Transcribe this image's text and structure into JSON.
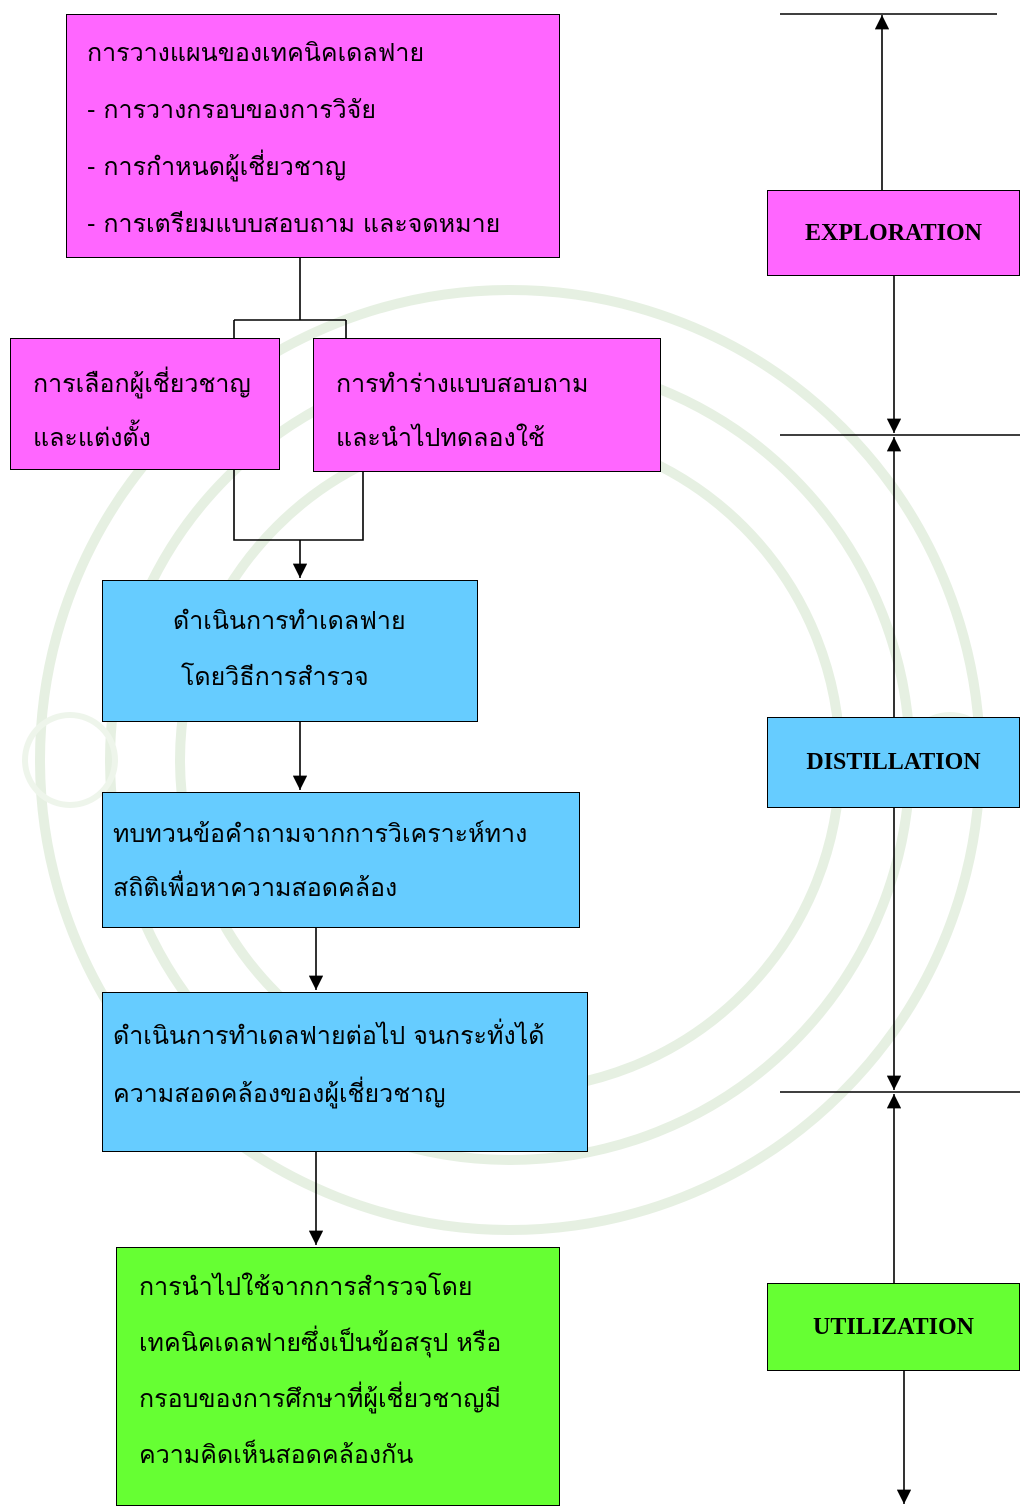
{
  "planning": {
    "title": "การวางแผนของเทคนิคเดลฟาย",
    "items": [
      "- การวางกรอบของการวิจัย",
      "- การกำหนดผู้เชี่ยวชาญ",
      "- การเตรียมแบบสอบถาม และจดหมาย"
    ]
  },
  "select_experts": [
    "การเลือกผู้เชี่ยวชาญ",
    "และแต่งตั้ง"
  ],
  "draft_questionnaire": [
    "การทำร่างแบบสอบถาม",
    "และนำไปทดลองใช้"
  ],
  "conduct_delphi": [
    "ดำเนินการทำเดลฟาย",
    "โดยวิธีการสำรวจ"
  ],
  "review_questions": [
    "ทบทวนข้อคำถามจากการวิเคราะห์ทาง",
    "สถิติเพื่อหาความสอดคล้อง"
  ],
  "continue_delphi": [
    "ดำเนินการทำเดลฟายต่อไป จนกระทั่งได้",
    "ความสอดคล้องของผู้เชี่ยวชาญ"
  ],
  "utilization_text": [
    "การนำไปใช้จากการสำรวจโดย",
    "เทคนิคเดลฟายซึ่งเป็นข้อสรุป หรือ",
    "กรอบของการศึกษาที่ผู้เชี่ยวชาญมี",
    "ความคิดเห็นสอดคล้องกัน"
  ],
  "phases": {
    "exploration": "EXPLORATION",
    "distillation": "DISTILLATION",
    "utilization": "UTILIZATION"
  },
  "colors": {
    "pink": "#ff66ff",
    "blue": "#66ccff",
    "green": "#66ff33"
  }
}
